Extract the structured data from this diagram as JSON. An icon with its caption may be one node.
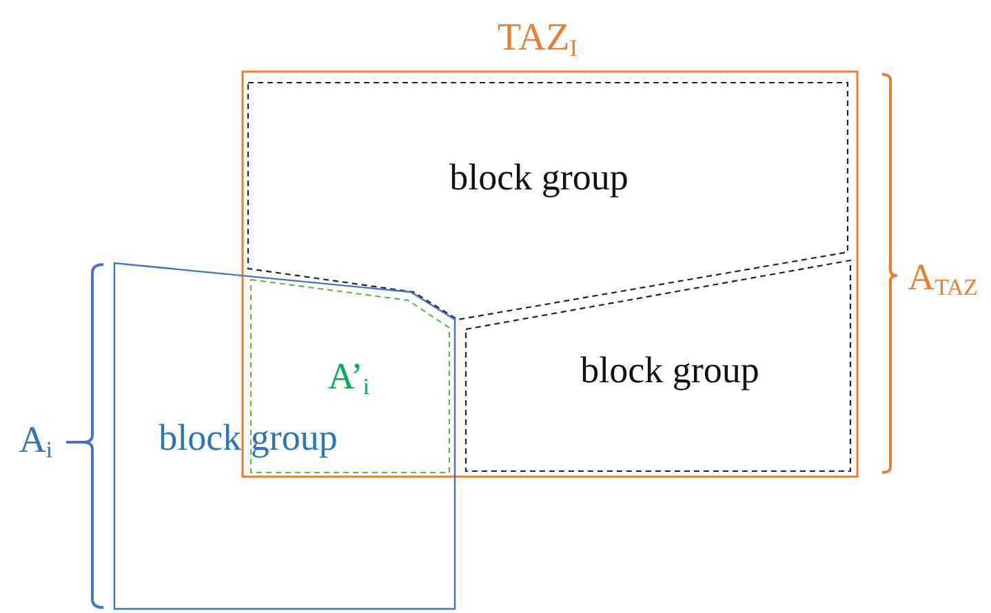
{
  "diagram": {
    "nodes": [
      {
        "text": [
          "TAZ$_{I}$"
        ]
      },
      {
        "text": [
          "block group"
        ],
        "in": 0
      },
      {
        "text": [
          "block group"
        ],
        "in": 0
      },
      {
        "text": [
          "A’$_{i}$"
        ]
      },
      {
        "text": [
          "block group"
        ]
      }
    ],
    "labels": [
      "A$_{TAZ}$",
      "A$_{i}$"
    ]
  }
}
